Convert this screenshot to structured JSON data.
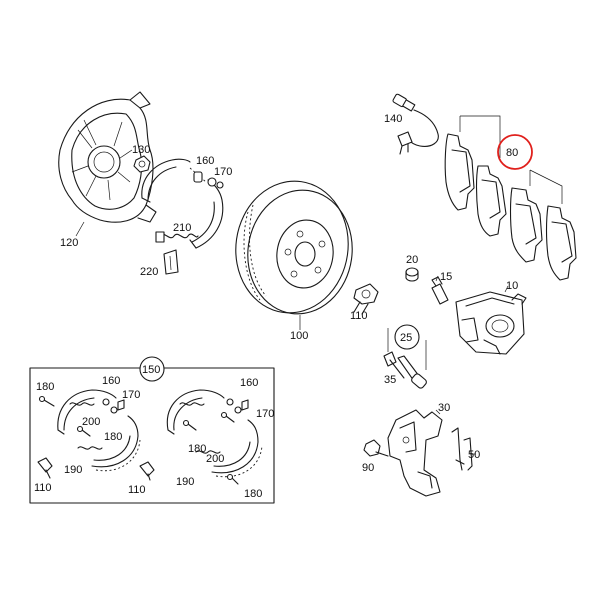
{
  "labels": {
    "p120": "120",
    "p130": "130",
    "p160": "160",
    "p170": "170",
    "p210": "210",
    "p220": "220",
    "p140": "140",
    "p80": "80",
    "p100": "100",
    "p110": "110",
    "p20": "20",
    "p15": "15",
    "p10": "10",
    "p25": "25",
    "p35": "35",
    "p30": "30",
    "p90": "90",
    "p50": "50",
    "p150": "150",
    "k180a": "180",
    "k160a": "160",
    "k170a": "170",
    "k200a": "200",
    "k180b": "180",
    "k190a": "190",
    "k110a": "110",
    "k110b": "110",
    "k160b": "160",
    "k170b": "170",
    "k180c": "180",
    "k200b": "200",
    "k190b": "190",
    "k180d": "180"
  },
  "highlight": {
    "part": "80",
    "color": "#e0201c"
  },
  "colors": {
    "ink": "#1a1a1a",
    "background": "#ffffff"
  }
}
